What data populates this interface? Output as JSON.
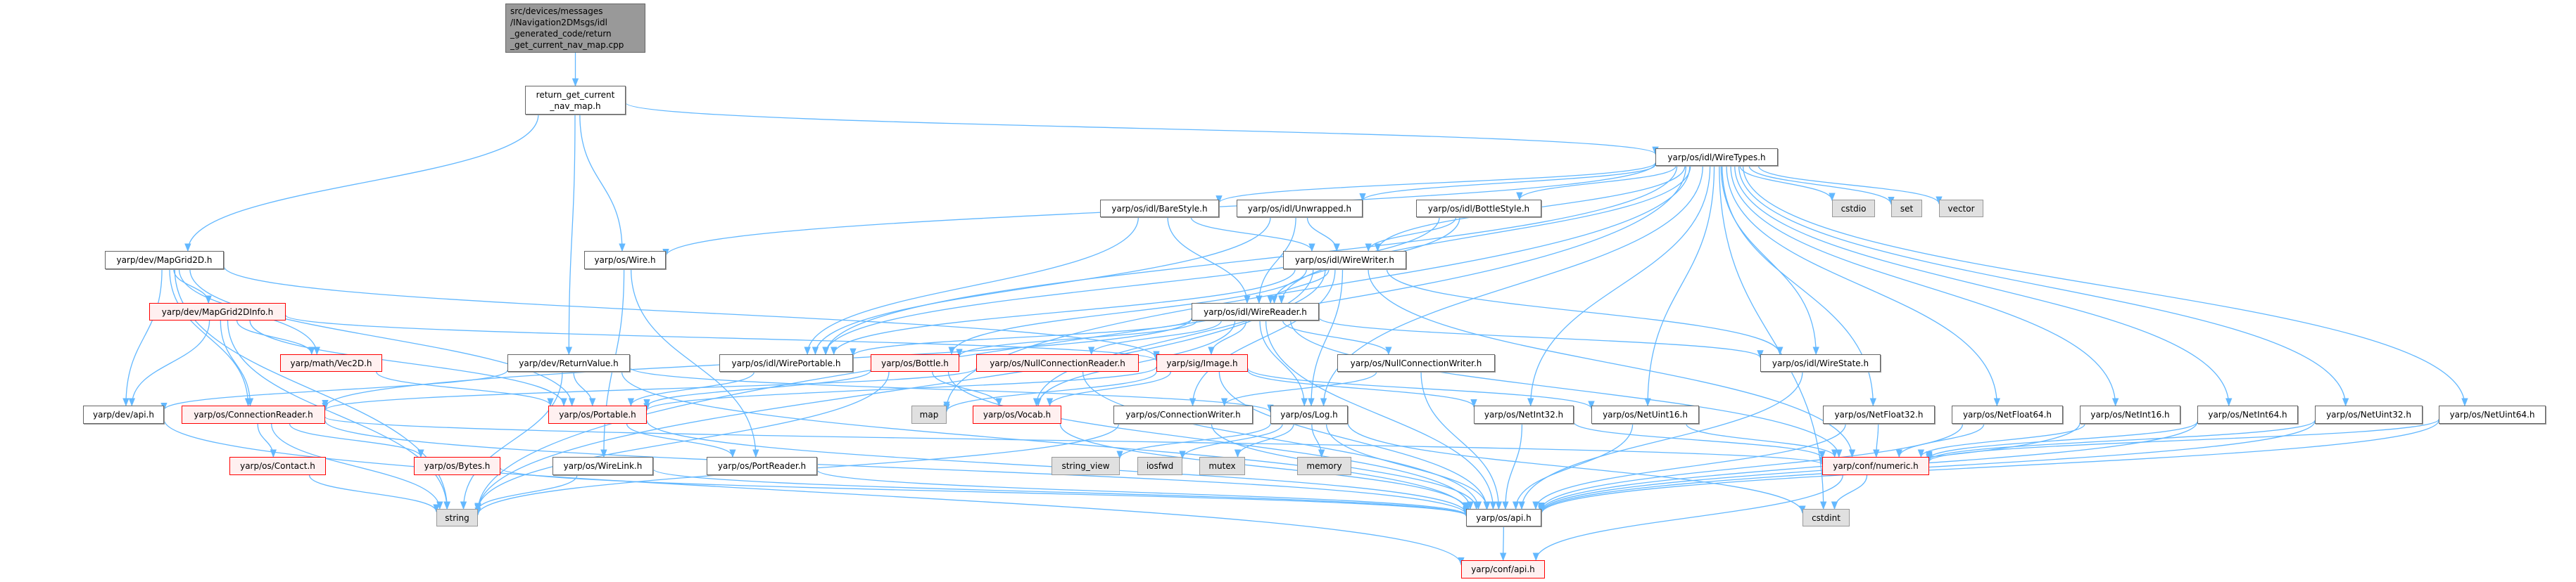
{
  "colors": {
    "edge": "#63b8ff",
    "red_border": "#ff0000",
    "red_fill": "#fff0f0",
    "system_fill": "#e0e0e0",
    "source_fill": "#999999"
  },
  "nodes": [
    {
      "id": "src",
      "label": "src/devices/messages\n/INavigation2DMsgs/idl\n_generated_code/return\n_get_current_nav_map.cpp",
      "kind": "source"
    },
    {
      "id": "rgc",
      "label": "return_get_current\n_nav_map.h",
      "kind": "normal"
    },
    {
      "id": "wiretypes",
      "label": "yarp/os/idl/WireTypes.h",
      "kind": "normal"
    },
    {
      "id": "mapgrid",
      "label": "yarp/dev/MapGrid2D.h",
      "kind": "normal"
    },
    {
      "id": "wire",
      "label": "yarp/os/Wire.h",
      "kind": "normal"
    },
    {
      "id": "barestyle",
      "label": "yarp/os/idl/BareStyle.h",
      "kind": "normal"
    },
    {
      "id": "unwrapped",
      "label": "yarp/os/idl/Unwrapped.h",
      "kind": "normal"
    },
    {
      "id": "bottlestyle",
      "label": "yarp/os/idl/BottleStyle.h",
      "kind": "normal"
    },
    {
      "id": "cstdio",
      "label": "cstdio",
      "kind": "system"
    },
    {
      "id": "set",
      "label": "set",
      "kind": "system"
    },
    {
      "id": "vector",
      "label": "vector",
      "kind": "system"
    },
    {
      "id": "wirewriter",
      "label": "yarp/os/idl/WireWriter.h",
      "kind": "normal"
    },
    {
      "id": "mapinfo",
      "label": "yarp/dev/MapGrid2DInfo.h",
      "kind": "red"
    },
    {
      "id": "wirereader",
      "label": "yarp/os/idl/WireReader.h",
      "kind": "normal"
    },
    {
      "id": "vec2d",
      "label": "yarp/math/Vec2D.h",
      "kind": "red"
    },
    {
      "id": "returnvalue",
      "label": "yarp/dev/ReturnValue.h",
      "kind": "normal"
    },
    {
      "id": "wireportable",
      "label": "yarp/os/idl/WirePortable.h",
      "kind": "normal"
    },
    {
      "id": "bottle",
      "label": "yarp/os/Bottle.h",
      "kind": "red"
    },
    {
      "id": "nullreader",
      "label": "yarp/os/NullConnectionReader.h",
      "kind": "red"
    },
    {
      "id": "image",
      "label": "yarp/sig/Image.h",
      "kind": "red"
    },
    {
      "id": "nullwriter",
      "label": "yarp/os/NullConnectionWriter.h",
      "kind": "normal"
    },
    {
      "id": "wirestate",
      "label": "yarp/os/idl/WireState.h",
      "kind": "normal"
    },
    {
      "id": "devapi",
      "label": "yarp/dev/api.h",
      "kind": "normal"
    },
    {
      "id": "connreader",
      "label": "yarp/os/ConnectionReader.h",
      "kind": "red"
    },
    {
      "id": "portable",
      "label": "yarp/os/Portable.h",
      "kind": "red"
    },
    {
      "id": "map",
      "label": "map",
      "kind": "system"
    },
    {
      "id": "vocab",
      "label": "yarp/os/Vocab.h",
      "kind": "red"
    },
    {
      "id": "connwriter",
      "label": "yarp/os/ConnectionWriter.h",
      "kind": "normal"
    },
    {
      "id": "log",
      "label": "yarp/os/Log.h",
      "kind": "normal"
    },
    {
      "id": "netint32",
      "label": "yarp/os/NetInt32.h",
      "kind": "normal"
    },
    {
      "id": "netuint16",
      "label": "yarp/os/NetUint16.h",
      "kind": "normal"
    },
    {
      "id": "netfloat32",
      "label": "yarp/os/NetFloat32.h",
      "kind": "normal"
    },
    {
      "id": "netfloat64",
      "label": "yarp/os/NetFloat64.h",
      "kind": "normal"
    },
    {
      "id": "netint16",
      "label": "yarp/os/NetInt16.h",
      "kind": "normal"
    },
    {
      "id": "netint64",
      "label": "yarp/os/NetInt64.h",
      "kind": "normal"
    },
    {
      "id": "netuint32",
      "label": "yarp/os/NetUint32.h",
      "kind": "normal"
    },
    {
      "id": "netuint64",
      "label": "yarp/os/NetUint64.h",
      "kind": "normal"
    },
    {
      "id": "contact",
      "label": "yarp/os/Contact.h",
      "kind": "red"
    },
    {
      "id": "bytes",
      "label": "yarp/os/Bytes.h",
      "kind": "red"
    },
    {
      "id": "wirelink",
      "label": "yarp/os/WireLink.h",
      "kind": "normal"
    },
    {
      "id": "portreader",
      "label": "yarp/os/PortReader.h",
      "kind": "normal"
    },
    {
      "id": "stringview",
      "label": "string_view",
      "kind": "system"
    },
    {
      "id": "iosfwd",
      "label": "iosfwd",
      "kind": "system"
    },
    {
      "id": "mutex",
      "label": "mutex",
      "kind": "system"
    },
    {
      "id": "memory",
      "label": "memory",
      "kind": "system"
    },
    {
      "id": "numeric",
      "label": "yarp/conf/numeric.h",
      "kind": "red"
    },
    {
      "id": "string",
      "label": "string",
      "kind": "system"
    },
    {
      "id": "osapi",
      "label": "yarp/os/api.h",
      "kind": "normal"
    },
    {
      "id": "cstdint",
      "label": "cstdint",
      "kind": "system"
    },
    {
      "id": "confapi",
      "label": "yarp/conf/api.h",
      "kind": "red"
    }
  ],
  "edges": [
    [
      "src",
      "rgc"
    ],
    [
      "rgc",
      "mapgrid"
    ],
    [
      "rgc",
      "wire"
    ],
    [
      "rgc",
      "returnvalue"
    ],
    [
      "rgc",
      "wiretypes"
    ],
    [
      "mapgrid",
      "mapinfo"
    ],
    [
      "mapgrid",
      "vec2d"
    ],
    [
      "mapgrid",
      "devapi"
    ],
    [
      "mapgrid",
      "connreader"
    ],
    [
      "mapgrid",
      "portable"
    ],
    [
      "mapgrid",
      "string"
    ],
    [
      "mapgrid",
      "image"
    ],
    [
      "mapinfo",
      "vec2d"
    ],
    [
      "mapinfo",
      "devapi"
    ],
    [
      "mapinfo",
      "connreader"
    ],
    [
      "mapinfo",
      "portable"
    ],
    [
      "mapinfo",
      "string"
    ],
    [
      "mapinfo",
      "image"
    ],
    [
      "vec2d",
      "portable"
    ],
    [
      "returnvalue",
      "devapi"
    ],
    [
      "returnvalue",
      "portable"
    ],
    [
      "returnvalue",
      "string"
    ],
    [
      "returnvalue",
      "log"
    ],
    [
      "returnvalue",
      "osapi"
    ],
    [
      "wire",
      "wirelink"
    ],
    [
      "wire",
      "portreader"
    ],
    [
      "wireportable",
      "portable"
    ],
    [
      "devapi",
      "confapi"
    ],
    [
      "connreader",
      "contact"
    ],
    [
      "connreader",
      "bytes"
    ],
    [
      "connreader",
      "string"
    ],
    [
      "connreader",
      "numeric"
    ],
    [
      "connreader",
      "osapi"
    ],
    [
      "contact",
      "string"
    ],
    [
      "bytes",
      "osapi"
    ],
    [
      "wirelink",
      "string"
    ],
    [
      "wirelink",
      "osapi"
    ],
    [
      "portreader",
      "osapi"
    ],
    [
      "portable",
      "portreader"
    ],
    [
      "portable",
      "osapi"
    ],
    [
      "wiretypes",
      "barestyle"
    ],
    [
      "wiretypes",
      "unwrapped"
    ],
    [
      "wiretypes",
      "bottlestyle"
    ],
    [
      "wiretypes",
      "wirewriter"
    ],
    [
      "wiretypes",
      "wirereader"
    ],
    [
      "wiretypes",
      "wireportable"
    ],
    [
      "wiretypes",
      "wire"
    ],
    [
      "wiretypes",
      "string"
    ],
    [
      "wiretypes",
      "map"
    ],
    [
      "wiretypes",
      "cstdio"
    ],
    [
      "wiretypes",
      "set"
    ],
    [
      "wiretypes",
      "vector"
    ],
    [
      "wiretypes",
      "wirestate"
    ],
    [
      "wiretypes",
      "netint32"
    ],
    [
      "wiretypes",
      "netuint16"
    ],
    [
      "wiretypes",
      "netfloat32"
    ],
    [
      "wiretypes",
      "netfloat64"
    ],
    [
      "wiretypes",
      "netint16"
    ],
    [
      "wiretypes",
      "netint64"
    ],
    [
      "wiretypes",
      "netuint32"
    ],
    [
      "wiretypes",
      "netuint64"
    ],
    [
      "wiretypes",
      "cstdint"
    ],
    [
      "wiretypes",
      "log"
    ],
    [
      "barestyle",
      "wirewriter"
    ],
    [
      "barestyle",
      "wirereader"
    ],
    [
      "barestyle",
      "wireportable"
    ],
    [
      "unwrapped",
      "wirewriter"
    ],
    [
      "unwrapped",
      "wirereader"
    ],
    [
      "unwrapped",
      "wireportable"
    ],
    [
      "bottlestyle",
      "wirewriter"
    ],
    [
      "bottlestyle",
      "wirereader"
    ],
    [
      "bottlestyle",
      "wireportable"
    ],
    [
      "wirewriter",
      "wirereader"
    ],
    [
      "wirewriter",
      "wireportable"
    ],
    [
      "wirewriter",
      "bottle"
    ],
    [
      "wirewriter",
      "vocab"
    ],
    [
      "wirewriter",
      "connwriter"
    ],
    [
      "wirewriter",
      "wirestate"
    ],
    [
      "wirewriter",
      "numeric"
    ],
    [
      "wirewriter",
      "string"
    ],
    [
      "wirewriter",
      "log"
    ],
    [
      "wirereader",
      "bottle"
    ],
    [
      "wirereader",
      "nullreader"
    ],
    [
      "wirereader",
      "image"
    ],
    [
      "wirereader",
      "nullwriter"
    ],
    [
      "wirereader",
      "wirestate"
    ],
    [
      "wirereader",
      "vocab"
    ],
    [
      "wirereader",
      "wireportable"
    ],
    [
      "wirereader",
      "numeric"
    ],
    [
      "wirereader",
      "osapi"
    ],
    [
      "wirereader",
      "log"
    ],
    [
      "wirereader",
      "connreader"
    ],
    [
      "bottle",
      "vocab"
    ],
    [
      "bottle",
      "portable"
    ],
    [
      "bottle",
      "string"
    ],
    [
      "bottle",
      "osapi"
    ],
    [
      "nullreader",
      "connreader"
    ],
    [
      "nullreader",
      "osapi"
    ],
    [
      "image",
      "vocab"
    ],
    [
      "image",
      "portable"
    ],
    [
      "image",
      "netint32"
    ],
    [
      "image",
      "netuint16"
    ],
    [
      "image",
      "map"
    ],
    [
      "image",
      "osapi"
    ],
    [
      "nullwriter",
      "connwriter"
    ],
    [
      "nullwriter",
      "osapi"
    ],
    [
      "vocab",
      "osapi"
    ],
    [
      "connwriter",
      "osapi"
    ],
    [
      "connwriter",
      "string"
    ],
    [
      "log",
      "stringview"
    ],
    [
      "log",
      "iosfwd"
    ],
    [
      "log",
      "mutex"
    ],
    [
      "log",
      "memory"
    ],
    [
      "log",
      "osapi"
    ],
    [
      "log",
      "cstdint"
    ],
    [
      "netint32",
      "osapi"
    ],
    [
      "netint32",
      "numeric"
    ],
    [
      "netuint16",
      "osapi"
    ],
    [
      "netuint16",
      "numeric"
    ],
    [
      "wirestate",
      "osapi"
    ],
    [
      "netfloat32",
      "numeric"
    ],
    [
      "netfloat32",
      "osapi"
    ],
    [
      "netfloat64",
      "numeric"
    ],
    [
      "netfloat64",
      "osapi"
    ],
    [
      "netint16",
      "numeric"
    ],
    [
      "netint16",
      "osapi"
    ],
    [
      "netint64",
      "numeric"
    ],
    [
      "netint64",
      "osapi"
    ],
    [
      "netuint32",
      "numeric"
    ],
    [
      "netuint32",
      "osapi"
    ],
    [
      "netuint64",
      "numeric"
    ],
    [
      "netuint64",
      "osapi"
    ],
    [
      "numeric",
      "cstdint"
    ],
    [
      "numeric",
      "confapi"
    ],
    [
      "osapi",
      "confapi"
    ]
  ]
}
